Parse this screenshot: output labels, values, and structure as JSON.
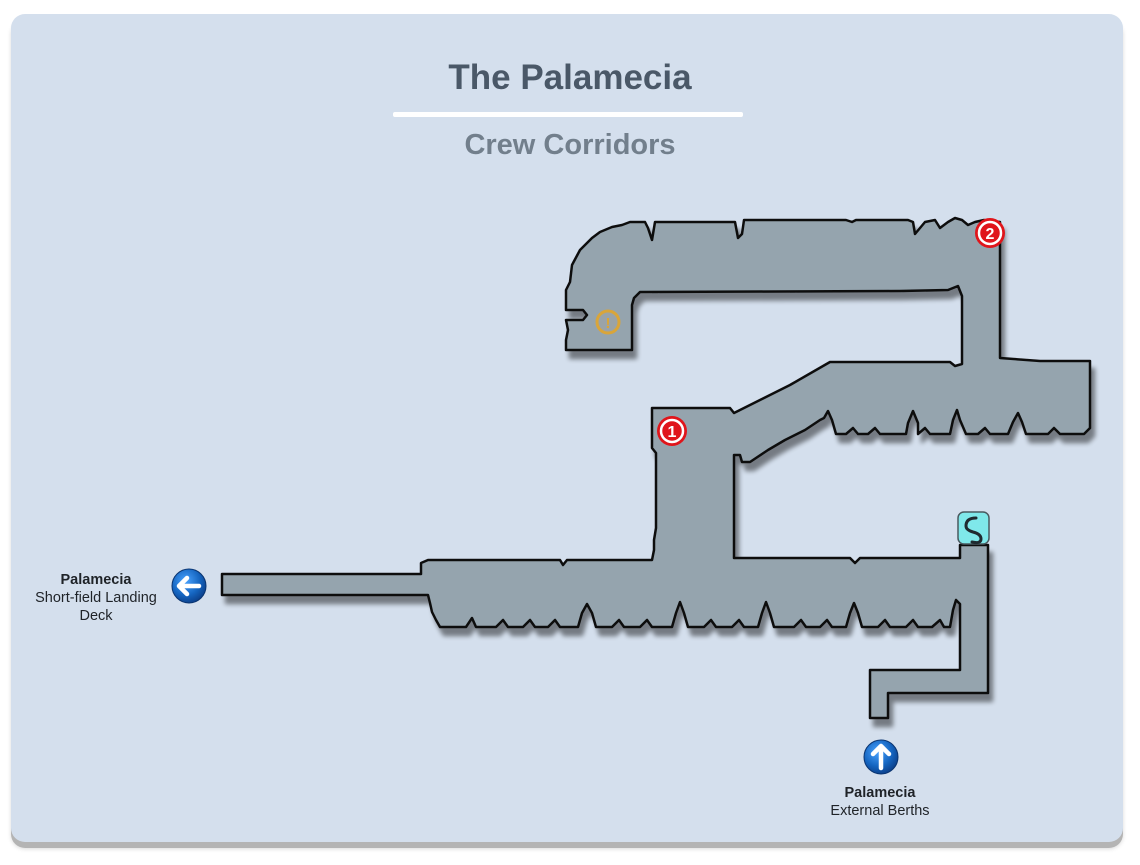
{
  "header": {
    "title": "The Palamecia",
    "subtitle": "Crew Corridors"
  },
  "colors": {
    "background": "#d4dfed",
    "floor": "#95a4ae",
    "outline": "#111111",
    "marker_red": "#e0151b",
    "warning_gold": "#d9a53a",
    "save_cyan": "#7fe8ea",
    "exit_blue": "#1565c0"
  },
  "markers": [
    {
      "id": "marker-1",
      "label": "1",
      "icon": "numbered-marker"
    },
    {
      "id": "marker-2",
      "label": "2",
      "icon": "numbered-marker"
    }
  ],
  "points_of_interest": [
    {
      "id": "warning",
      "icon": "warning-icon",
      "glyph": "!"
    },
    {
      "id": "save-point",
      "icon": "save-point-icon"
    }
  ],
  "exits": [
    {
      "id": "west",
      "direction": "left",
      "icon": "arrow-left-icon",
      "name": "Palamecia",
      "description": "Short-field Landing Deck"
    },
    {
      "id": "south",
      "direction": "up",
      "icon": "arrow-up-icon",
      "name": "Palamecia",
      "description": "External Berths"
    }
  ]
}
